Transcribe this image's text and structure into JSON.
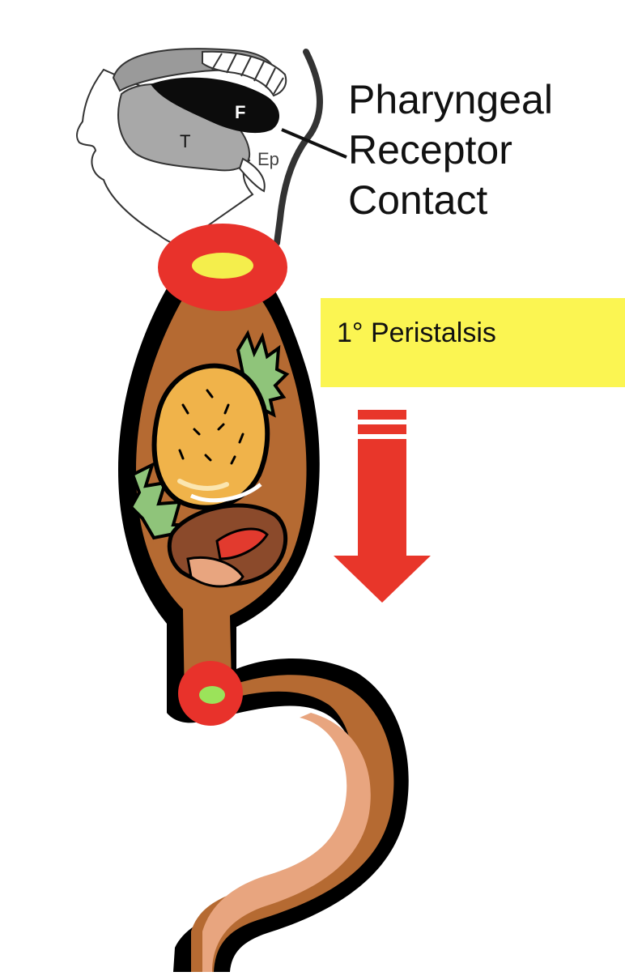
{
  "annotation": {
    "lines": [
      "Pharyngeal",
      "Receptor",
      "Contact"
    ]
  },
  "pharynx": {
    "label_F": "F",
    "label_T": "T",
    "label_Ep": "Ep"
  },
  "peristalsis": {
    "label": "1° Peristalsis"
  },
  "colors": {
    "sphincter": "#e8322b",
    "upper_sphincter_opening": "#f4ee4c",
    "lower_sphincter_opening": "#9be35a",
    "organ": "#b56a32",
    "organ_highlight": "#e8a57f",
    "arrow": "#e8362a",
    "label_box": "#fbf552",
    "outline": "#000000"
  },
  "icons": {
    "pharynx": "head-pharynx-cross-section",
    "food": "hamburger-bolus",
    "direction": "down-arrow"
  }
}
